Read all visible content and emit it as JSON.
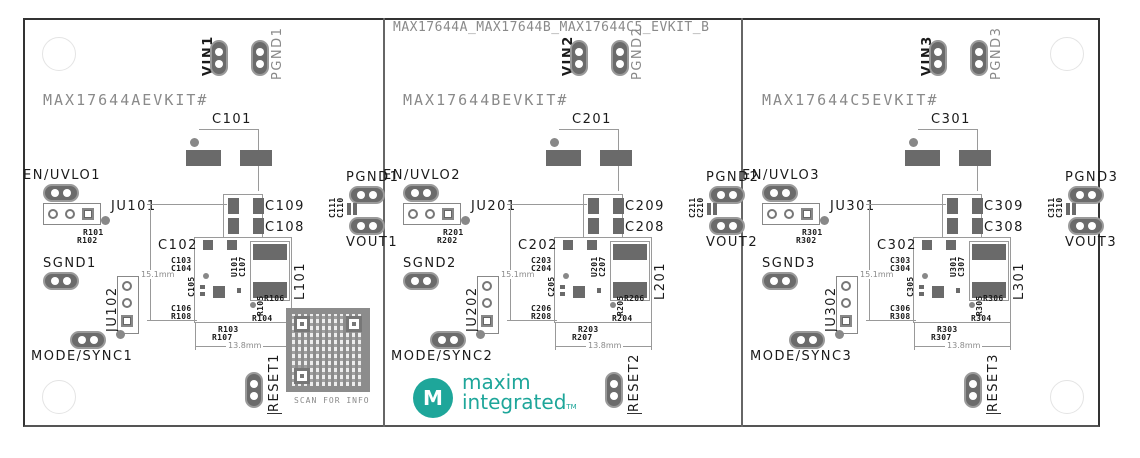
{
  "panel_title": "MAX17644A_MAX17644B_MAX17644C5_EVKIT_B",
  "qr": {
    "caption": "SCAN FOR INFO"
  },
  "logo": {
    "glyph": "M",
    "line1": "maxim",
    "line2": "integrated",
    "tm": "TM",
    "brand_color": "#1ea69a"
  },
  "dimensions": {
    "height": "15.1mm",
    "width": "13.8mm"
  },
  "boards": [
    {
      "kit_name": "MAX17644AEVKIT#",
      "vin": "VIN1",
      "pgnd_top": "PGND1",
      "pgnd_right": "PGND1",
      "vout": "VOUT1",
      "en_uvlo": "EN/UVLO1",
      "jumper1": "JU101",
      "jumper2": "JU102",
      "sgnd": "SGND1",
      "mode_sync": "MODE/SYNC1",
      "reset": "RESET1",
      "c_in": "C101",
      "c_main": "C102",
      "c_a": "C103",
      "c_b": "C104",
      "c_c": "C105",
      "c_d": "C106",
      "c_e": "C107",
      "c_out1": "C108",
      "c_out2": "C109",
      "c_small1": "C110",
      "c_small2": "C111",
      "inductor": "L101",
      "ic": "U101",
      "r1": "R101",
      "r2": "R102",
      "r3": "R103",
      "r4": "R104",
      "r5": "R105",
      "r6": "R106",
      "r7": "R107",
      "r8": "R108"
    },
    {
      "kit_name": "MAX17644BEVKIT#",
      "vin": "VIN2",
      "pgnd_top": "PGND2",
      "pgnd_right": "PGND2",
      "vout": "VOUT2",
      "en_uvlo": "EN/UVLO2",
      "jumper1": "JU201",
      "jumper2": "JU202",
      "sgnd": "SGND2",
      "mode_sync": "MODE/SYNC2",
      "reset": "RESET2",
      "c_in": "C201",
      "c_main": "C202",
      "c_a": "C203",
      "c_b": "C204",
      "c_c": "C205",
      "c_d": "C206",
      "c_e": "C207",
      "c_out1": "C208",
      "c_out2": "C209",
      "c_small1": "C210",
      "c_small2": "C211",
      "inductor": "L201",
      "ic": "U201",
      "r1": "R201",
      "r2": "R202",
      "r3": "R203",
      "r4": "R204",
      "r5": "R205",
      "r6": "R206",
      "r7": "R207",
      "r8": "R208"
    },
    {
      "kit_name": "MAX17644C5EVKIT#",
      "vin": "VIN3",
      "pgnd_top": "PGND3",
      "pgnd_right": "PGND3",
      "vout": "VOUT3",
      "en_uvlo": "EN/UVLO3",
      "jumper1": "JU301",
      "jumper2": "JU302",
      "sgnd": "SGND3",
      "mode_sync": "MODE/SYNC3",
      "reset": "RESET3",
      "c_in": "C301",
      "c_main": "C302",
      "c_a": "C303",
      "c_b": "C304",
      "c_c": "C305",
      "c_d": "C306",
      "c_e": "C307",
      "c_out1": "C308",
      "c_out2": "C309",
      "c_small1": "C310",
      "c_small2": "C311",
      "inductor": "L301",
      "ic": "U301",
      "r1": "R301",
      "r2": "R302",
      "r3": "R303",
      "r4": "R304",
      "r5": "R305",
      "r6": "R306",
      "r7": "R307",
      "r8": "R308"
    }
  ]
}
